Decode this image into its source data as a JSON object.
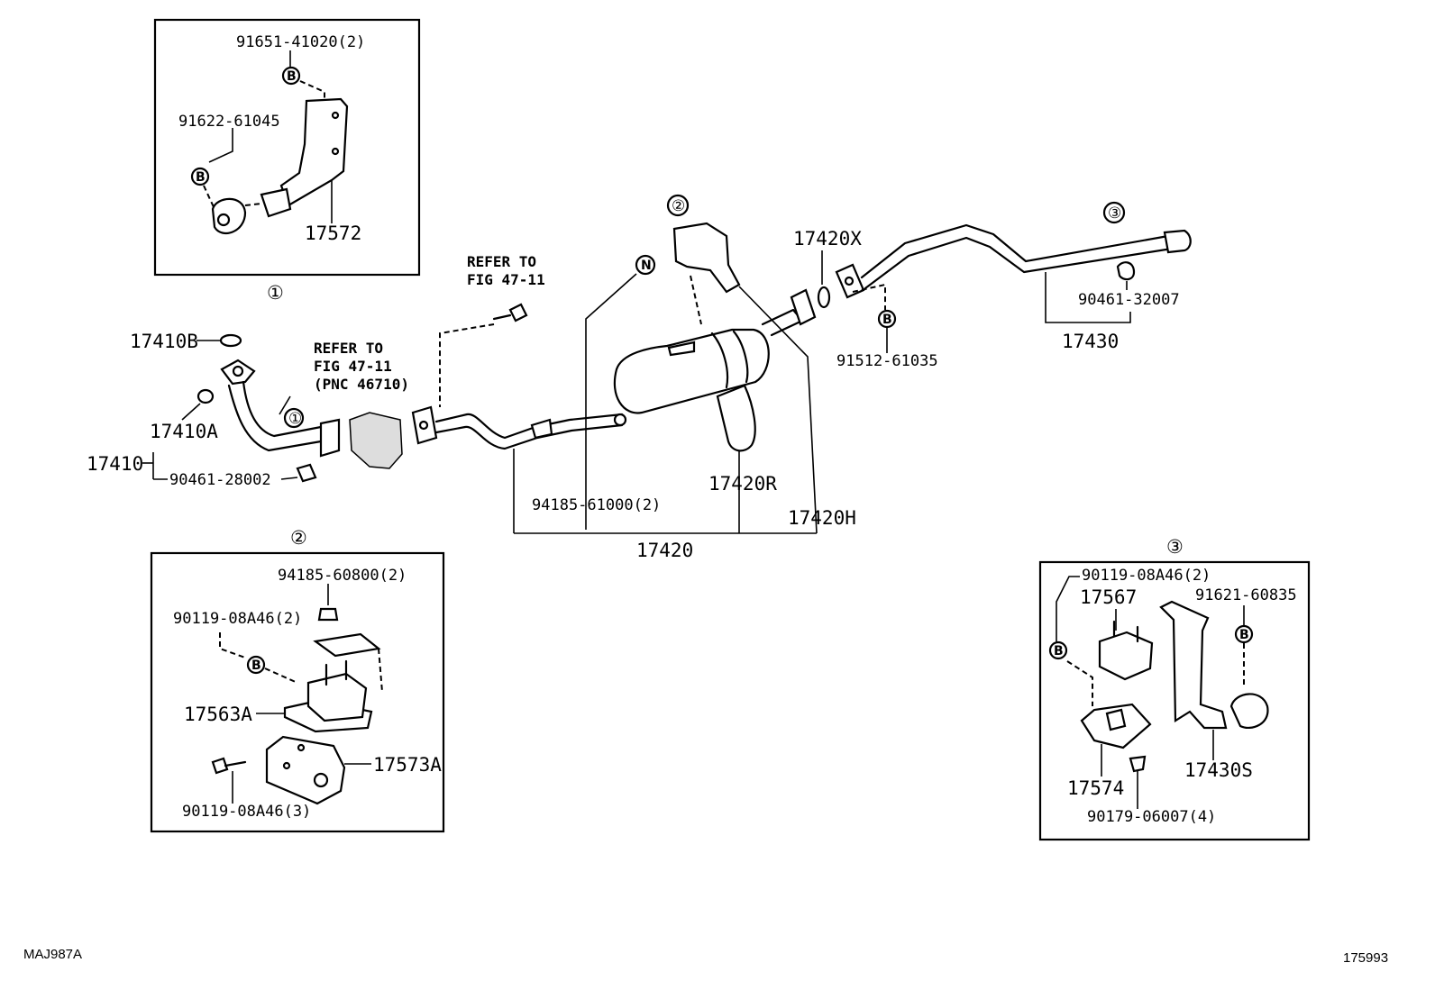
{
  "inset1": {
    "marker": "①",
    "bolt": "91651-41020(2)",
    "bolt2": "91622-61045",
    "bracket": "17572",
    "b_marker": "B"
  },
  "inset2": {
    "marker": "②",
    "nut": "94185-60800(2)",
    "bolt": "90119-08A46(2)",
    "support": "17563A",
    "bracket": "17573A",
    "bolt3": "90119-08A46(3)",
    "b_marker": "B"
  },
  "inset3": {
    "marker": "③",
    "bolt": "90119-08A46(2)",
    "support": "17567",
    "bolt2": "91621-60835",
    "bracket": "17430S",
    "plate": "17574",
    "nut": "90179-06007(4)",
    "b_marker": "B"
  },
  "main": {
    "refer1_line1": "REFER TO",
    "refer1_line2": "FIG 47-11",
    "refer2_line1": "REFER TO",
    "refer2_line2": "FIG 47-11",
    "refer2_line3": "(PNC 46710)",
    "p17410B": "17410B",
    "p17410A": "17410A",
    "p17410": "17410",
    "p90461_28002": "90461-28002",
    "p94185_61000": "94185-61000(2)",
    "p17420R": "17420R",
    "p17420H": "17420H",
    "p17420": "17420",
    "p17420X": "17420X",
    "p91512_61035": "91512-61035",
    "p90461_32007": "90461-32007",
    "p17430": "17430",
    "n_marker": "N",
    "b_marker": "B",
    "circle1": "①",
    "circle2": "②",
    "circle3": "③"
  },
  "footer": {
    "left_code": "MAJ987A",
    "right_code": "175993"
  }
}
